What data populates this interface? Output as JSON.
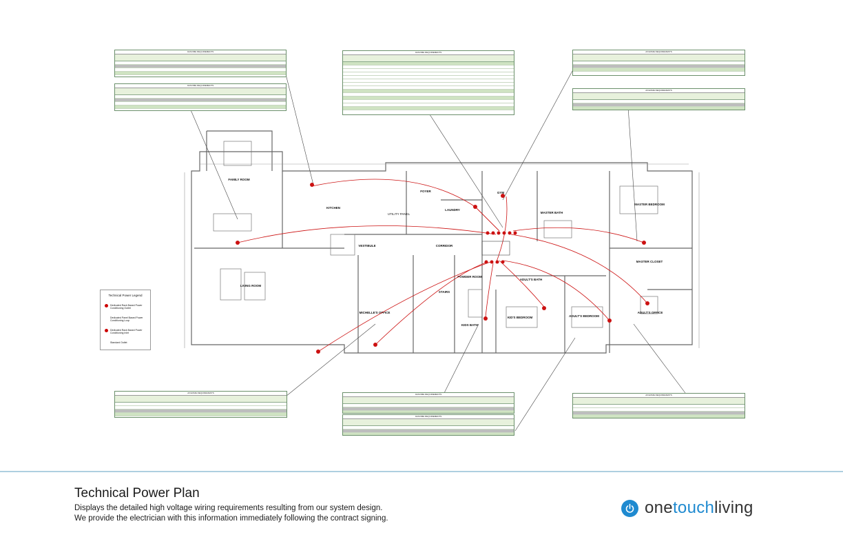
{
  "footer": {
    "title": "Technical Power Plan",
    "description_line1": "Displays the detailed high voltage wiring requirements resulting from our system design.",
    "description_line2": "We provide the electrician with this information immediately following the  contract signing."
  },
  "brand": {
    "logo_part1": "one",
    "logo_part2": "touch",
    "logo_part3": "living",
    "logo_color": "#1f8ad0"
  },
  "tables": {
    "header_label": "AV/HOME REQUIREMENTS"
  },
  "legend": {
    "title": "Technical Power Legend",
    "items": [
      "Dedicated Rack Based Power Conditioning Outlet",
      "Dedicated Panel Based Power Conditioning Loop",
      "Dedicated Rack Based Power Conditioning Inlet",
      "Standard Outlet"
    ]
  },
  "rooms": {
    "family_room": "FAMILY ROOM",
    "kitchen": "KITCHEN",
    "foyer": "FOYER",
    "laundry": "LAUNDRY",
    "utility_panel": "UTILITY PANEL",
    "vestibule": "VESTIBULE",
    "corridor": "CORRIDOR",
    "living_room": "LIVING ROOM",
    "powder_room": "POWDER ROOM",
    "stairs": "STAIRS",
    "michelles_office": "MICHELLE'S OFFICE",
    "kids_bath": "KIDS BATH",
    "kids_bedroom": "KID'S BEDROOM",
    "adults_bath": "ADULT'S BATH",
    "adults_bedroom": "ADULT'S BEDROOM",
    "master_bath": "MASTER BATH",
    "master_bedroom": "MASTER BEDROOM",
    "master_closet": "MASTER CLOSET",
    "adults_office": "ADULT'S OFFICE",
    "gym": "GYM"
  }
}
